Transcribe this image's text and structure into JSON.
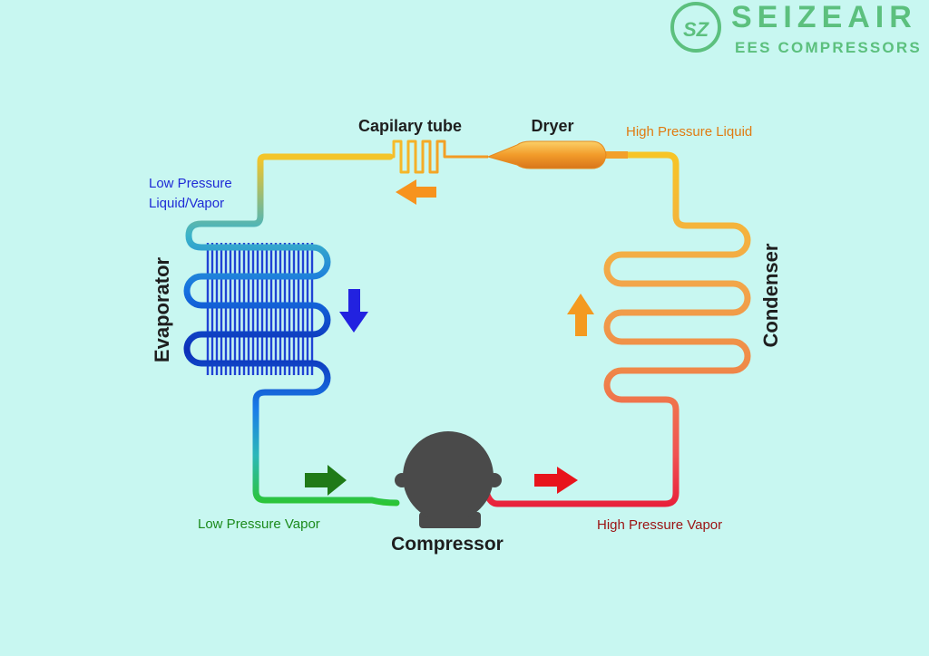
{
  "logo": {
    "brand": "SEIZEAIR",
    "tagline": "EES COMPRESSORS",
    "mark": "SZ",
    "color": "#5cc07e"
  },
  "components": {
    "capillary": "Capilary tube",
    "dryer": "Dryer",
    "evaporator": "Evaporator",
    "condenser": "Condenser",
    "compressor": "Compressor"
  },
  "states": {
    "hp_liquid": "High Pressure Liquid",
    "lp_liquid_vapor_line1": "Low Pressure",
    "lp_liquid_vapor_line2": "Liquid/Vapor",
    "lp_vapor": "Low Pressure Vapor",
    "hp_vapor": "High Pressure Vapor"
  },
  "colors": {
    "background": "#c8f7f1",
    "hp_liquid_text": "#e07b12",
    "lp_liquid_text": "#1f2bd6",
    "lp_vapor_text": "#1c8a1c",
    "hp_vapor_text": "#9b1212",
    "compressor": "#4a4a4a"
  },
  "flow_arrows": [
    "left-arrow-orange",
    "down-arrow-blue",
    "right-arrow-green",
    "right-arrow-red",
    "up-arrow-orange"
  ]
}
